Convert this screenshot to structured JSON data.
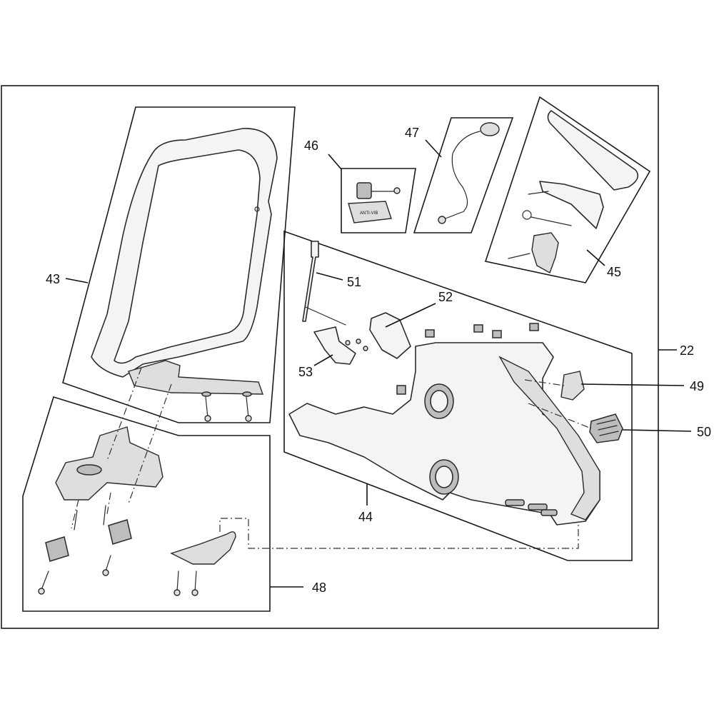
{
  "callouts": {
    "c22": "22",
    "c43": "43",
    "c44": "44",
    "c45": "45",
    "c46": "46",
    "c47": "47",
    "c48": "48",
    "c49": "49",
    "c50": "50",
    "c51": "51",
    "c52": "52",
    "c53": "53"
  },
  "module_label": "ANTI-VIB"
}
